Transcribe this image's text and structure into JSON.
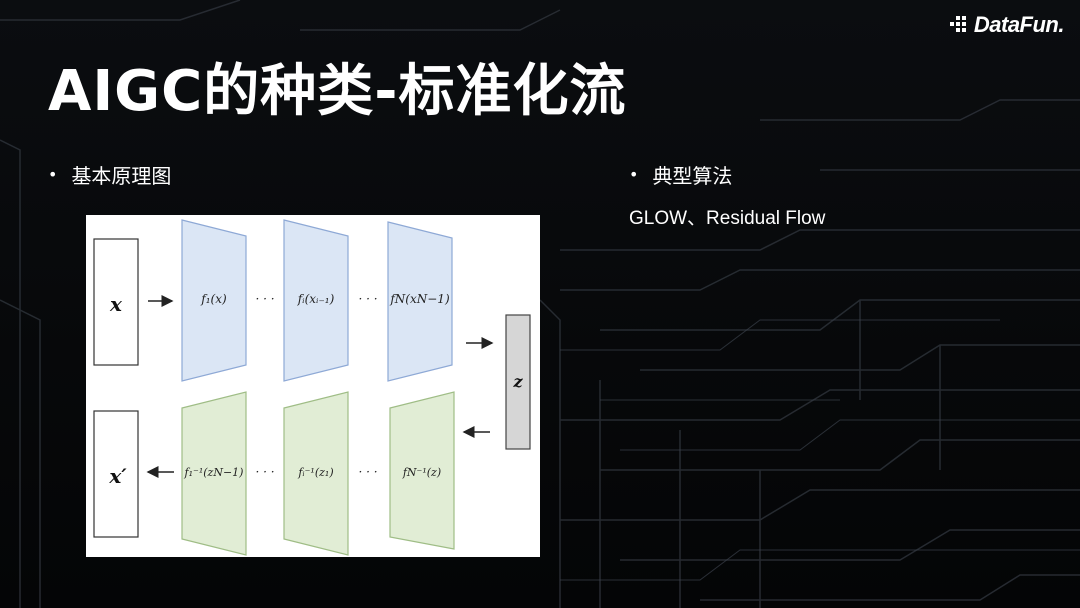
{
  "brand": {
    "name": "DataFun."
  },
  "title": "AIGC的种类-标准化流",
  "left_bullet": "基本原理图",
  "right_bullet": "典型算法",
  "algorithms": "GLOW、Residual Flow",
  "diagram": {
    "input_label": "x",
    "output_label": "x′",
    "latent_label": "z",
    "forward_labels": [
      "f₁(x)",
      "fᵢ(xᵢ₋₁)",
      "fN(xN−1)"
    ],
    "inverse_labels": [
      "f₁⁻¹(zN−1)",
      "fᵢ⁻¹(z₁)",
      "fN⁻¹(z)"
    ],
    "ellipsis": "· · ·",
    "colors": {
      "forward_fill": "#dbe6f5",
      "forward_stroke": "#8ea9d6",
      "inverse_fill": "#e1edd5",
      "inverse_stroke": "#9fbd86",
      "latent_fill": "#d6d6d6"
    }
  }
}
